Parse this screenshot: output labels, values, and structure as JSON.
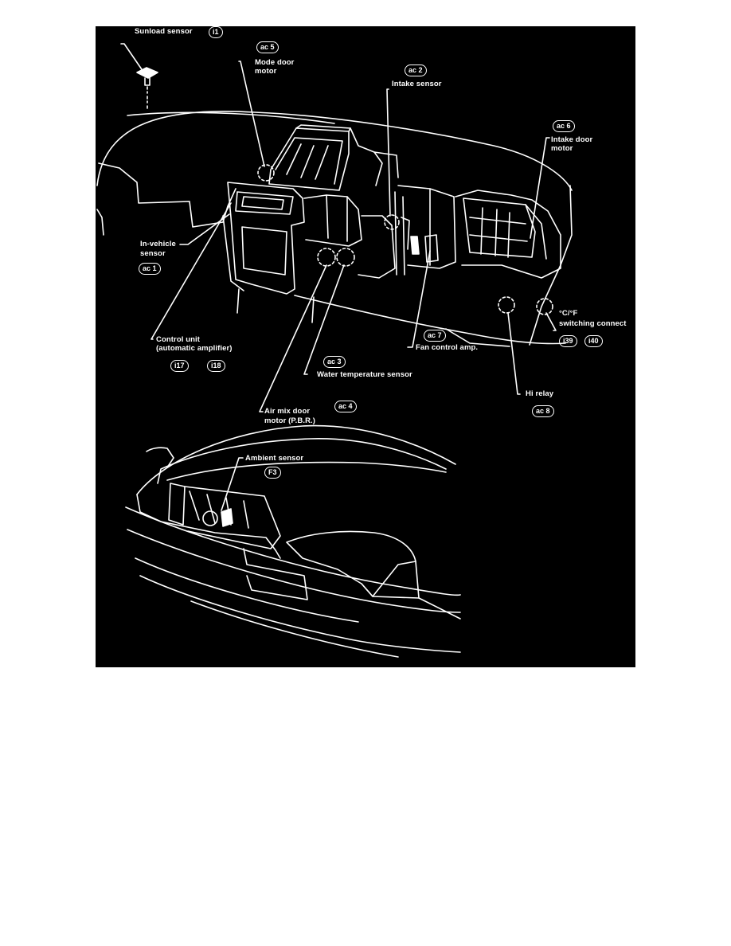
{
  "labels": {
    "sunload_sensor": "Sunload sensor",
    "mode_door_motor_1": "Mode door",
    "mode_door_motor_2": "motor",
    "intake_sensor": "Intake sensor",
    "intake_door_motor_1": "Intake door",
    "intake_door_motor_2": "motor",
    "in_vehicle_sensor_1": "In-vehicle",
    "in_vehicle_sensor_2": "sensor",
    "temp_switching_1": "°C/°F",
    "temp_switching_2": "switching connect",
    "control_unit_1": "Control unit",
    "control_unit_2": "(automatic amplifier)",
    "fan_control_amp": "Fan control amp.",
    "water_temp_sensor": "Water temperature sensor",
    "hi_relay": "Hi relay",
    "air_mix_door_motor_1": "Air mix door",
    "air_mix_door_motor_2": "motor (P.B.R.)",
    "ambient_sensor": "Ambient sensor"
  },
  "badges": {
    "sunload": "i1",
    "mode_door": "ac 5",
    "intake_sensor": "ac 2",
    "intake_door": "ac 6",
    "in_vehicle": "ac 1",
    "switching_a": "i39",
    "switching_b": "i40",
    "control_unit_a": "i17",
    "control_unit_b": "i18",
    "fan_control": "ac 7",
    "water_temp": "ac 3",
    "hi_relay": "ac 8",
    "air_mix": "ac 4",
    "ambient": "F3"
  },
  "colors": {
    "background": "#000000",
    "line": "#ffffff",
    "page": "#ffffff"
  }
}
